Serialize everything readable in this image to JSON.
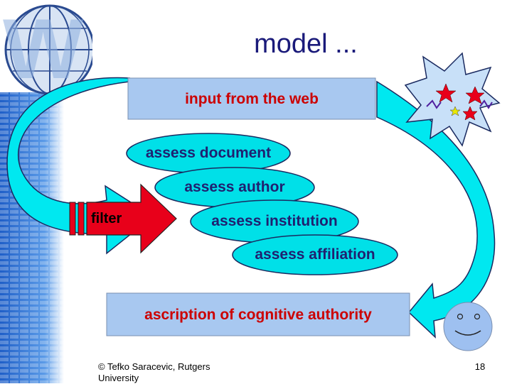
{
  "slide": {
    "title": "model ...",
    "input_box": "input from the web",
    "ovals": [
      "assess document",
      "assess author",
      "assess institution",
      "assess affiliation"
    ],
    "filter_label": "filter",
    "output_box": "ascription of cognitive authority",
    "footer_credit": "© Tefko Saracevic, Rutgers University",
    "page_number": "18"
  },
  "colors": {
    "box_fill": "#a8c8f0",
    "box_text": "#cc0000",
    "oval_fill": "#00e0e8",
    "oval_text": "#202070",
    "arrow_fill": "#00e8f0",
    "filter_arrow": "#e8001a",
    "title_text": "#1a1a7a",
    "sidebar_blue": "#2f6fd0"
  },
  "icons": {
    "globe": "web-globe-icon",
    "burst": "starburst-icon",
    "face": "smiley-face-icon"
  }
}
